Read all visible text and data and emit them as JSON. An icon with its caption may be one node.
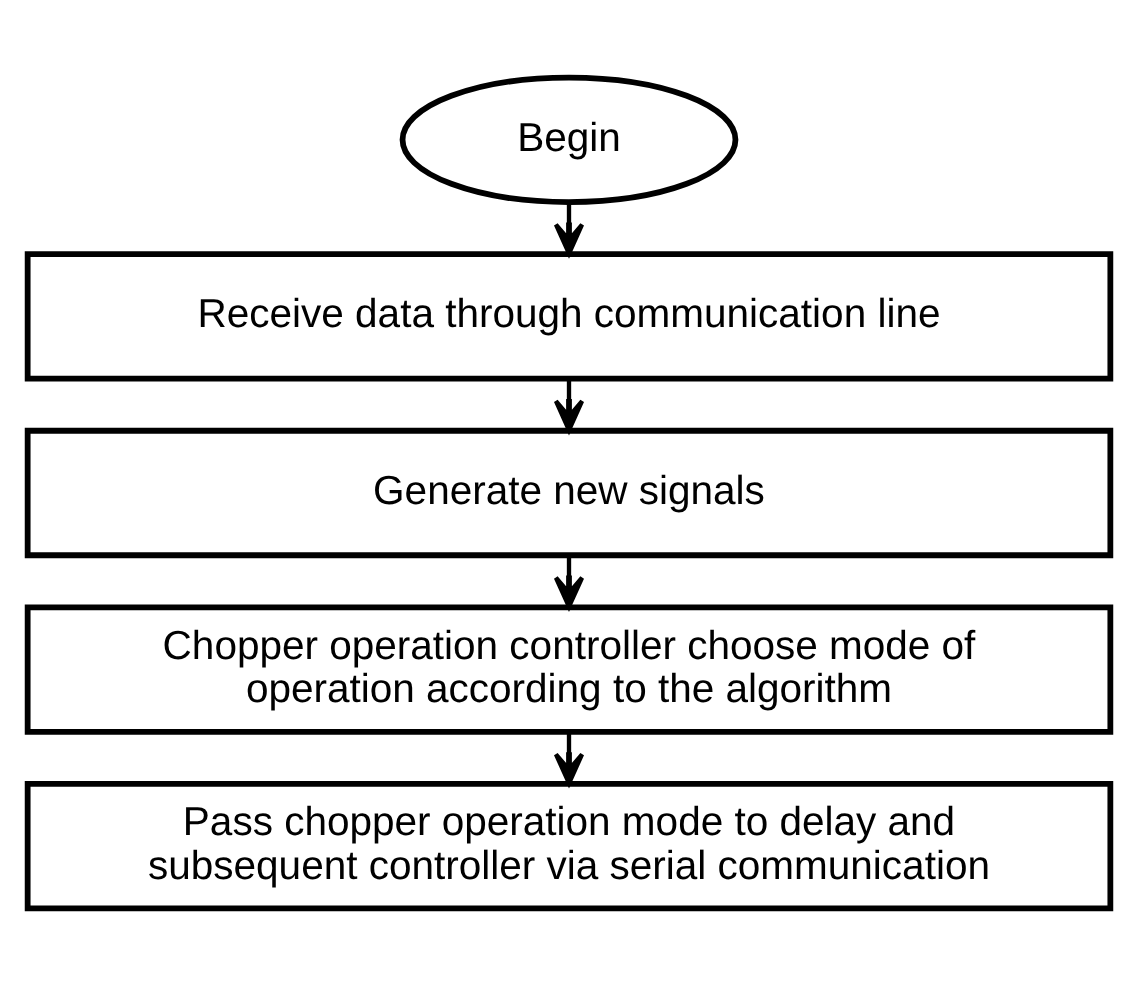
{
  "diagram": {
    "nodes": [
      {
        "text": [
          "Begin"
        ]
      },
      {
        "text": [
          "Receive data through communication line"
        ]
      },
      {
        "text": [
          "Generate new signals"
        ]
      },
      {
        "text": [
          "Chopper operation controller choose mode of operation according to the algorithm"
        ]
      },
      {
        "text": [
          "Pass chopper operation mode to delay and subsequent controller via serial communication"
        ]
      }
    ],
    "edges": [
      {
        "from": 0,
        "to": 1,
        "arrow": "to"
      },
      {
        "from": 1,
        "to": 2,
        "arrow": "to"
      },
      {
        "from": 2,
        "to": 3,
        "arrow": "to"
      },
      {
        "from": 3,
        "to": 4,
        "arrow": "to"
      }
    ]
  }
}
